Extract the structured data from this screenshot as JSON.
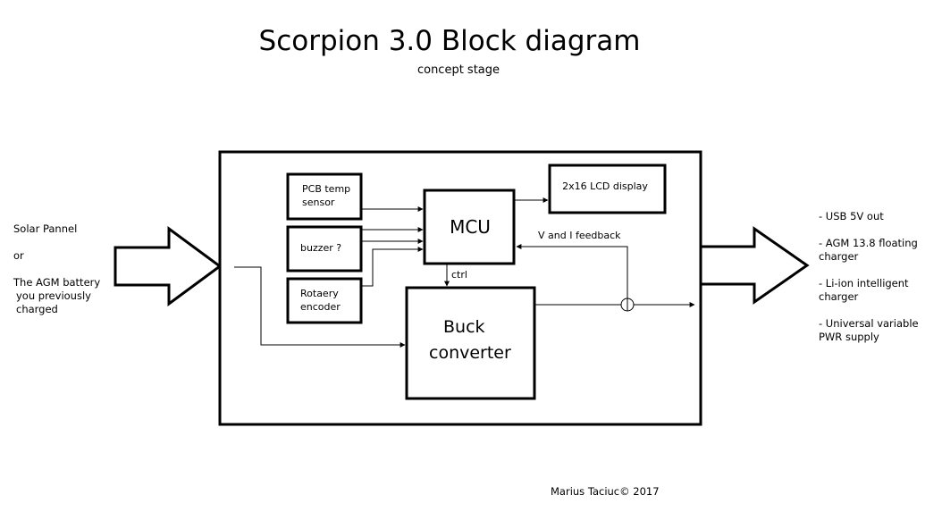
{
  "header": {
    "title": "Scorpion 3.0 Block diagram",
    "subtitle": "concept stage"
  },
  "inputs": {
    "line1": "Solar Pannel",
    "line2": "or",
    "line3": "The AGM battery",
    "line4": "you previously",
    "line5": "charged"
  },
  "blocks": {
    "pcb_temp_line1": "PCB temp",
    "pcb_temp_line2": "sensor",
    "buzzer": "buzzer ?",
    "encoder_line1": "Rotaery",
    "encoder_line2": "encoder",
    "mcu": "MCU",
    "lcd": "2x16 LCD display",
    "buck_line1": "Buck",
    "buck_line2": "converter"
  },
  "signals": {
    "ctrl": "ctrl",
    "feedback": "V and I feedback"
  },
  "outputs": {
    "o1": "- USB 5V out",
    "o2a": "- AGM 13.8 floating",
    "o2b": "charger",
    "o3a": "- Li-ion intelligent",
    "o3b": "charger",
    "o4a": "- Universal variable",
    "o4b": "PWR supply"
  },
  "footer": {
    "credit": "Marius Taciuc© 2017"
  },
  "colors": {
    "stroke": "#000000",
    "background": "#ffffff"
  }
}
